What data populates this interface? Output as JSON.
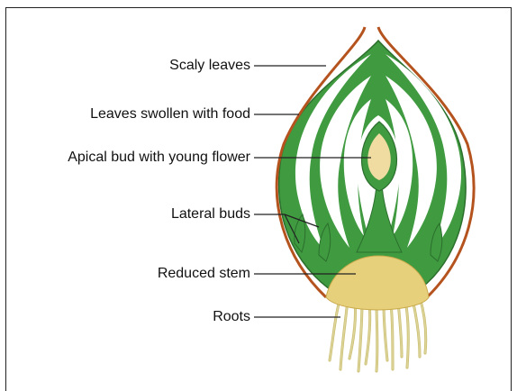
{
  "labels": {
    "scaly_leaves": "Scaly leaves",
    "leaves_swollen": "Leaves swollen with food",
    "apical_bud": "Apical bud with young flower",
    "lateral_buds": "Lateral buds",
    "reduced_stem": "Reduced stem",
    "roots": "Roots"
  },
  "colors": {
    "leaf_green": "#3f9a40",
    "leaf_edge": "#2c6f2d",
    "scale_brown": "#b5531f",
    "stem_yellow": "#e7d07c",
    "bud_cream": "#f0dca0",
    "root_pale": "#ddd49a",
    "line": "#222222"
  }
}
